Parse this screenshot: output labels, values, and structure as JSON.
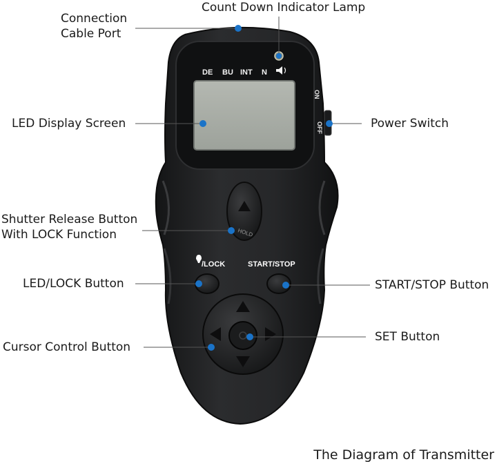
{
  "labels": {
    "connection_port_line1": "Connection",
    "connection_port_line2": "Cable Port",
    "countdown_lamp": "Count Down Indicator Lamp",
    "led_display": "LED Display Screen",
    "power_switch": "Power Switch",
    "shutter_line1": "Shutter Release Button",
    "shutter_line2": "With LOCK Function",
    "led_lock_button": "LED/LOCK Button",
    "start_stop_button": "START/STOP Button",
    "set_button": "SET Button",
    "cursor_button": "Cursor Control Button"
  },
  "device_text": {
    "mode_de": "DE",
    "mode_bu": "BU",
    "mode_int": "INT",
    "mode_n": "N",
    "switch_on": "ON",
    "switch_off": "OFF",
    "hold": "HOLD",
    "led_lock": "/LOCK",
    "start_stop": "START/STOP"
  },
  "caption": "The Diagram of Transmitter",
  "colors": {
    "marker": "#1a73c8",
    "body": "#1f2021",
    "screen": "#a9ada6"
  }
}
